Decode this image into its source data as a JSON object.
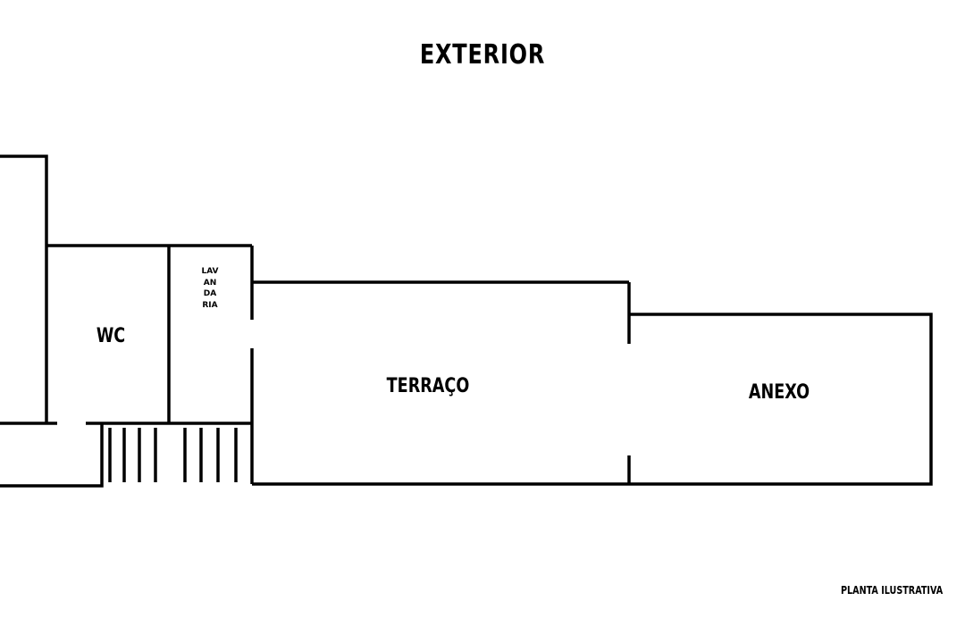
{
  "header": {
    "title": "EXTERIOR"
  },
  "rooms": {
    "wc": "WC",
    "lavandaria": "LAVANDARIA",
    "terraco": "TERRAÇO",
    "anexo": "ANEXO"
  },
  "footer": {
    "note": "PLANTA ILUSTRATIVA"
  },
  "colors": {
    "line": "#000000",
    "background": "#ffffff"
  }
}
